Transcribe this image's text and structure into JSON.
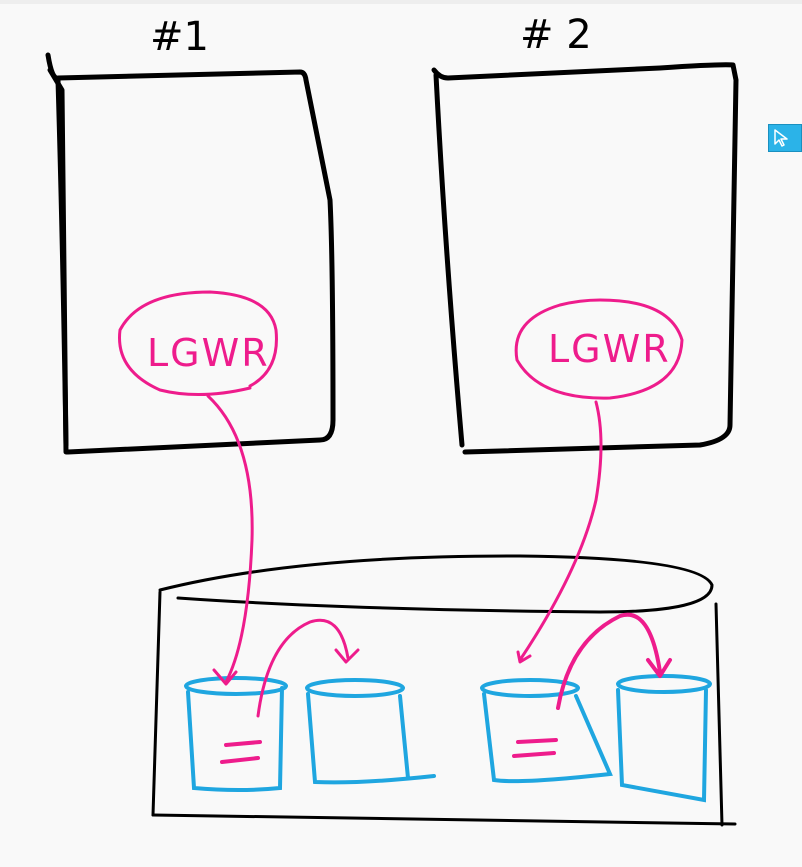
{
  "diagram": {
    "instance_1": {
      "label": "#1",
      "process_label": "LGWR"
    },
    "instance_2": {
      "label": "# 2",
      "process_label": "LGWR"
    },
    "colors": {
      "ink": "#000000",
      "process": "#ee1c8c",
      "log_file": "#1fa6e0",
      "background": "#f9f9f9"
    }
  },
  "toolbar": {
    "select_tool_icon": "cursor-arrow-icon"
  }
}
